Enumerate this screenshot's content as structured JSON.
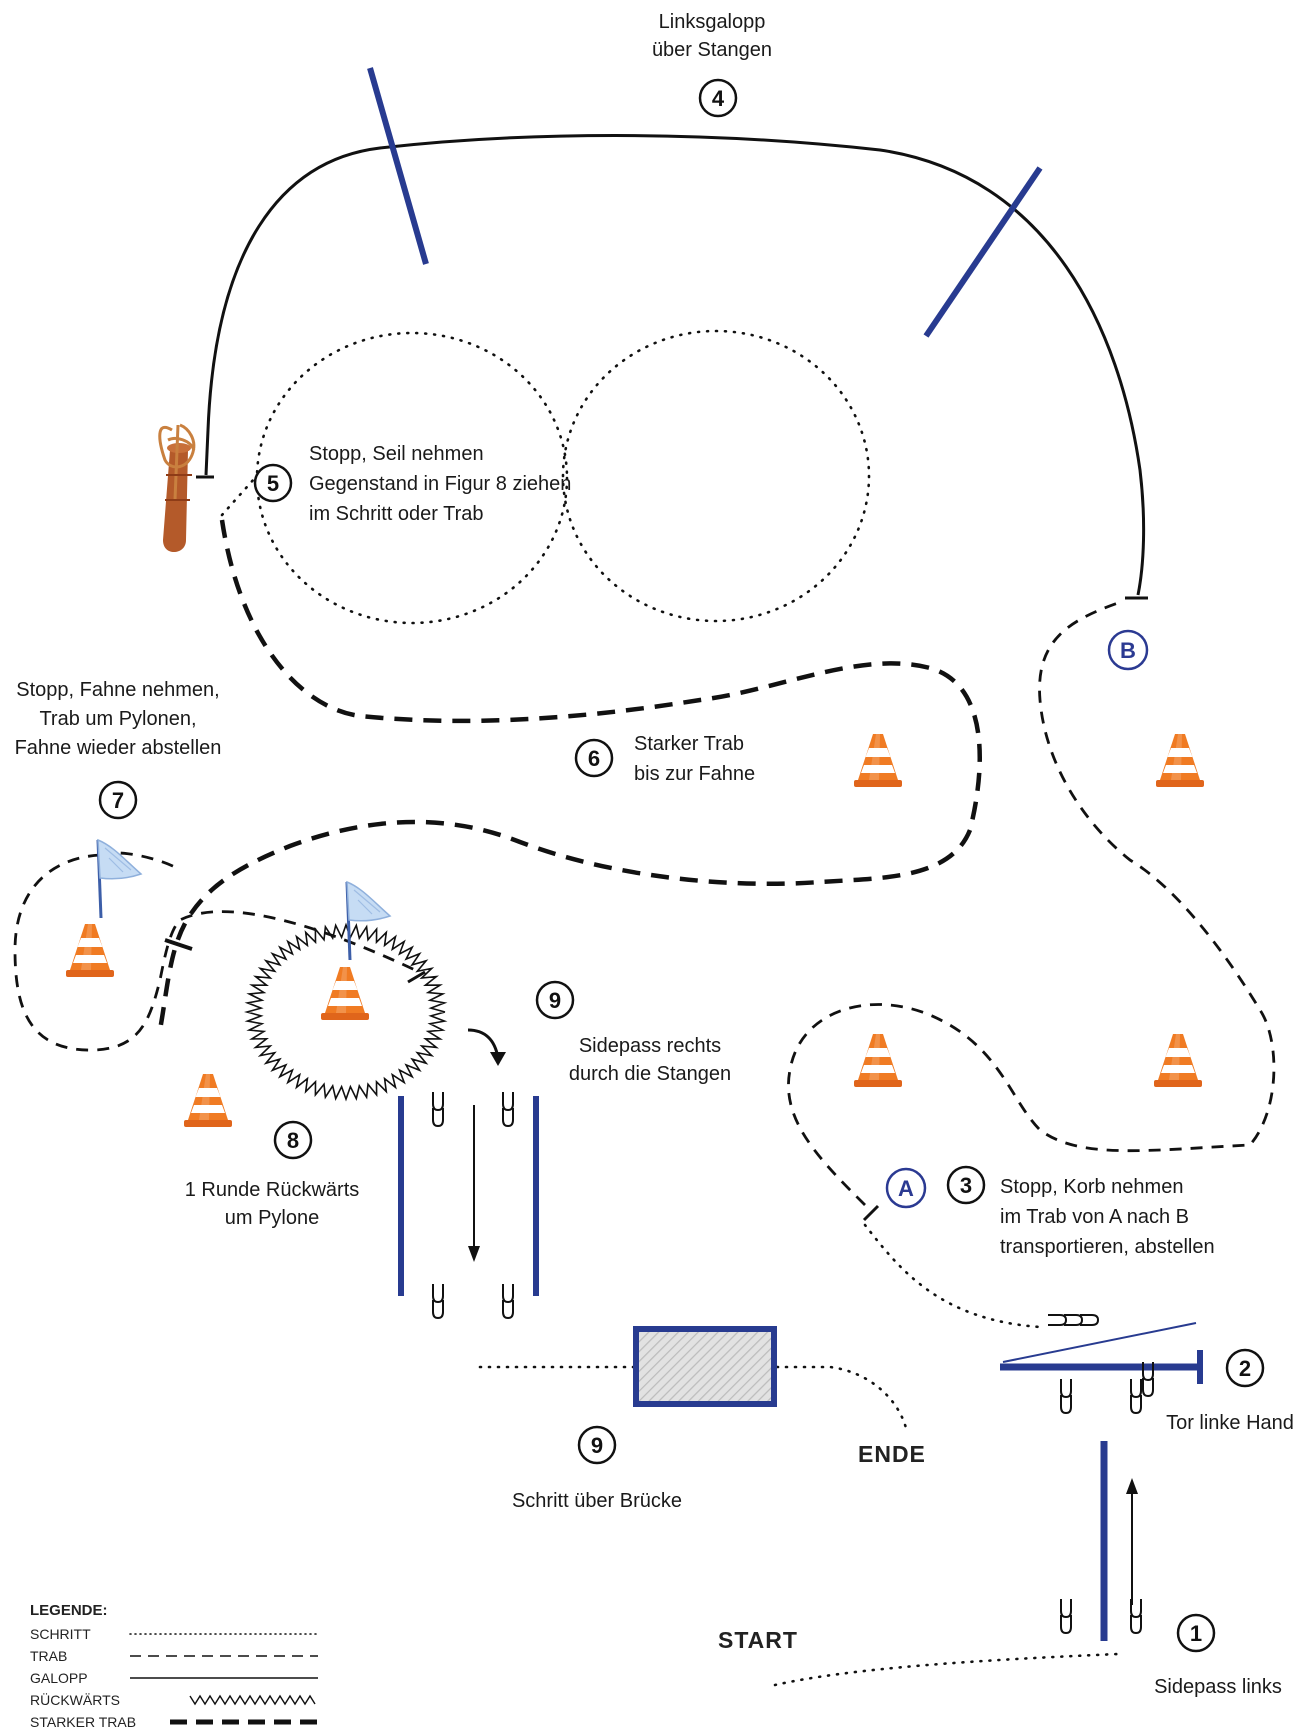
{
  "colors": {
    "pole": "#283b90",
    "path": "#111111",
    "cone_orange": "#f07b23",
    "cone_stripe": "#ffffff",
    "flag": "#a9c6ea",
    "point_marker": "#2b3a92",
    "post": "#b45a2a"
  },
  "stations": {
    "s1": {
      "number": "1",
      "line1": "Sidepass links",
      "line2": "",
      "line3": ""
    },
    "s2": {
      "number": "2",
      "line1": "Tor linke Hand",
      "line2": "",
      "line3": ""
    },
    "s3": {
      "number": "3",
      "line1": "Stopp, Korb nehmen",
      "line2": "im Trab von A nach B",
      "line3": "transportieren, abstellen"
    },
    "s4": {
      "number": "4",
      "line1": "Linksgalopp",
      "line2": "über Stangen",
      "line3": ""
    },
    "s5": {
      "number": "5",
      "line1": "Stopp, Seil nehmen",
      "line2": "Gegenstand in Figur 8 ziehen",
      "line3": "im Schritt oder Trab"
    },
    "s6": {
      "number": "6",
      "line1": "Starker Trab",
      "line2": "bis zur Fahne",
      "line3": ""
    },
    "s7": {
      "number": "7",
      "line1": "Stopp, Fahne nehmen,",
      "line2": "Trab um Pylonen,",
      "line3": "Fahne wieder abstellen"
    },
    "s8": {
      "number": "8",
      "line1": "1 Runde Rückwärts",
      "line2": "um Pylone",
      "line3": ""
    },
    "s9a": {
      "number": "9",
      "line1": "Sidepass rechts",
      "line2": "durch die Stangen",
      "line3": ""
    },
    "s9b": {
      "number": "9",
      "line1": "Schritt über Brücke",
      "line2": "",
      "line3": ""
    }
  },
  "points": {
    "a": "A",
    "b": "B"
  },
  "start_label": "START",
  "end_label": "ENDE",
  "legend": {
    "title": "LEGENDE:",
    "items": [
      {
        "label": "SCHRITT",
        "style": "schritt"
      },
      {
        "label": "TRAB",
        "style": "trab"
      },
      {
        "label": "GALOPP",
        "style": "galopp"
      },
      {
        "label": "RÜCKWÄRTS",
        "style": "rueckwaerts"
      },
      {
        "label": "STARKER TRAB",
        "style": "starker-trab"
      }
    ]
  }
}
